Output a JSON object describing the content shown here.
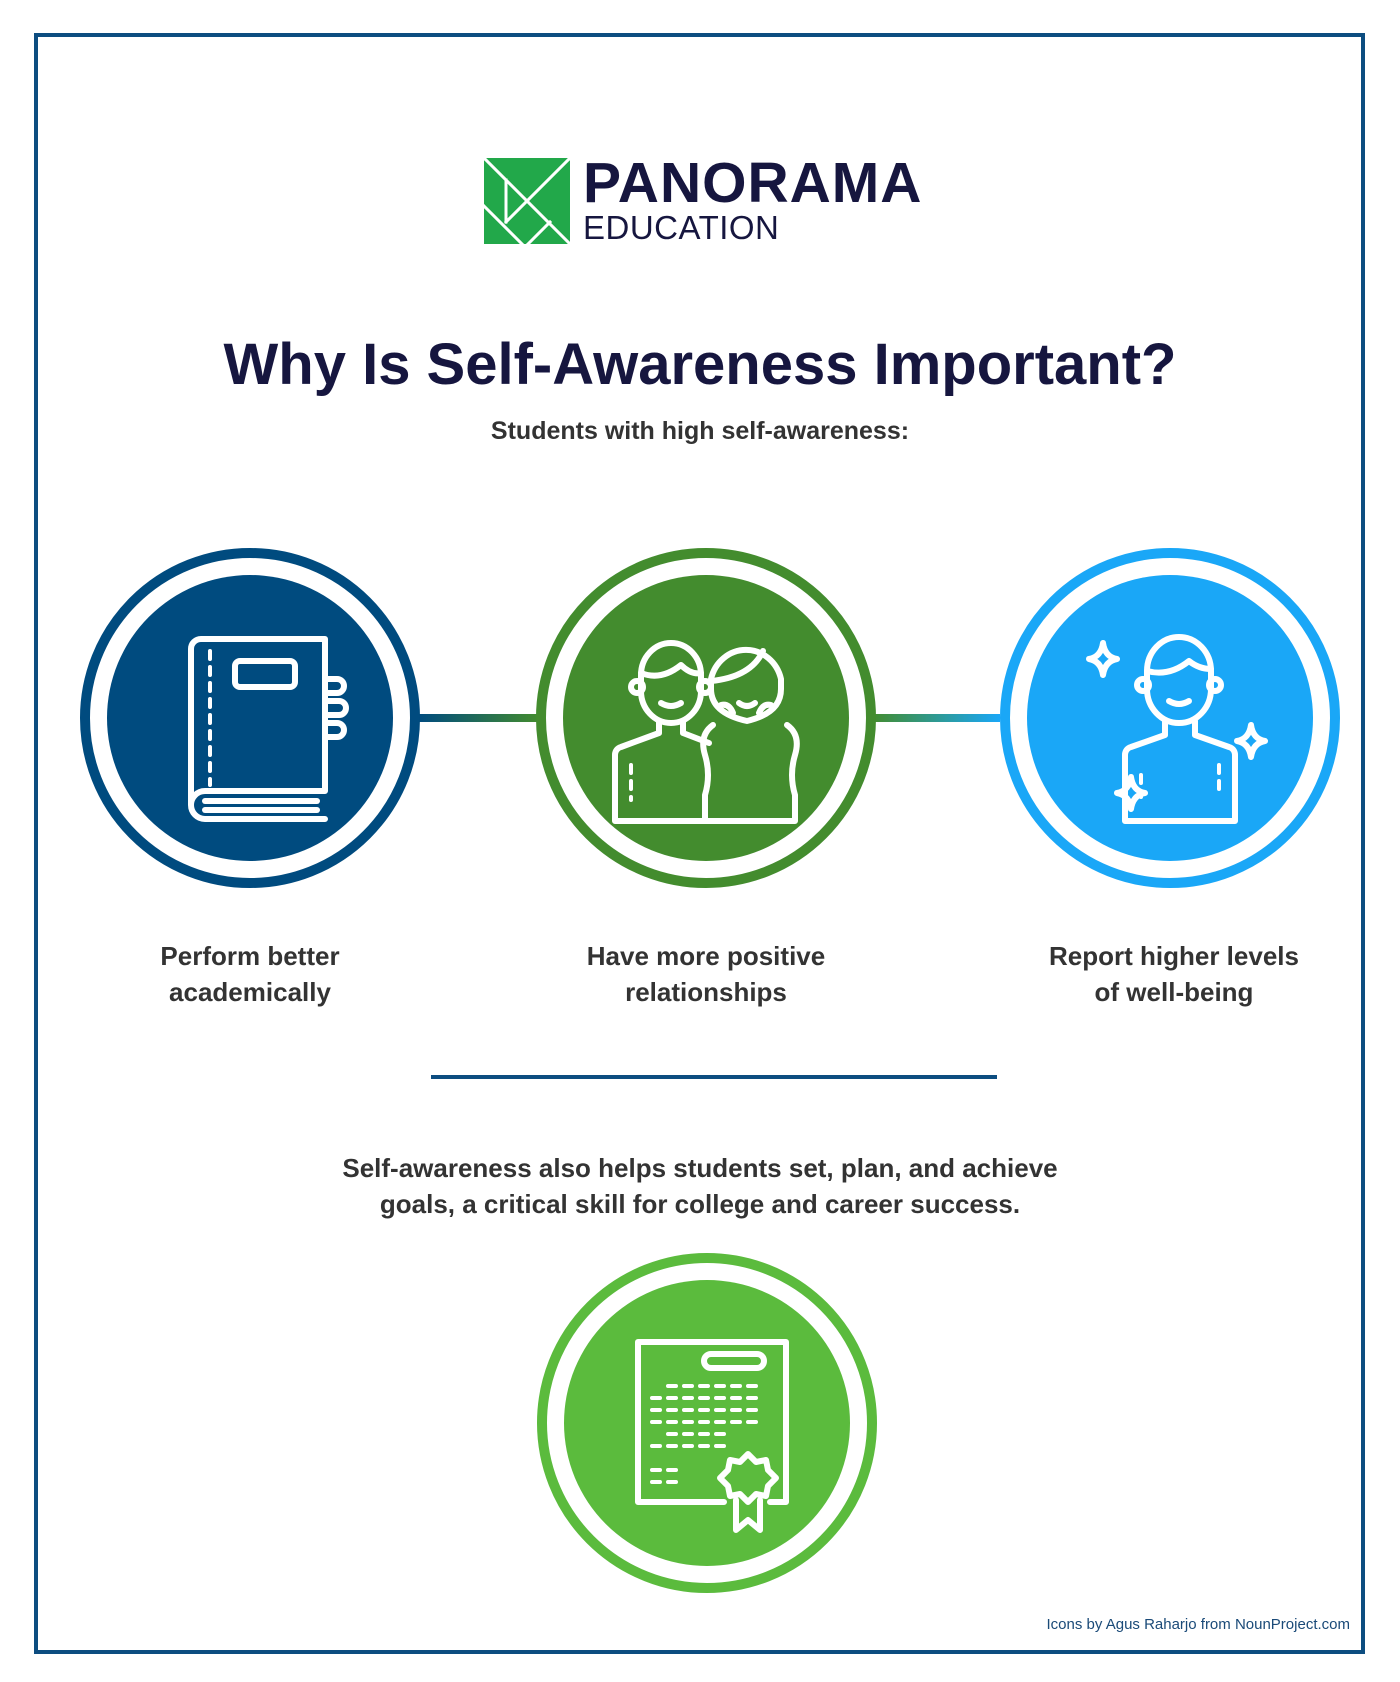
{
  "brand": {
    "name_line1": "PANORAMA",
    "name_line2": "EDUCATION",
    "logo_icon": "tangram-square-icon",
    "logo_color": "#22a84a",
    "text_color": "#16163f"
  },
  "header": {
    "title": "Why Is Self-Awareness Important?",
    "subtitle": "Students with high self-awareness:"
  },
  "benefits": [
    {
      "label_line1": "Perform better",
      "label_line2": "academically",
      "icon": "notebook-icon",
      "color": "#004b7f"
    },
    {
      "label_line1": "Have more positive",
      "label_line2": "relationships",
      "icon": "two-people-icon",
      "color": "#438c2e"
    },
    {
      "label_line1": "Report higher levels",
      "label_line2": "of well-being",
      "icon": "sparkle-person-icon",
      "color": "#1aa7f7"
    }
  ],
  "summary": {
    "line1": "Self-awareness also helps students set, plan, and achieve",
    "line2": "goals, a critical skill for college and career success.",
    "icon": "certificate-icon",
    "color": "#5bbb3d"
  },
  "footer": {
    "credit": "Icons by Agus Raharjo from NounProject.com"
  },
  "colors": {
    "frame": "#0d4d80",
    "divider": "#0d4d80",
    "body_text": "#333333"
  }
}
